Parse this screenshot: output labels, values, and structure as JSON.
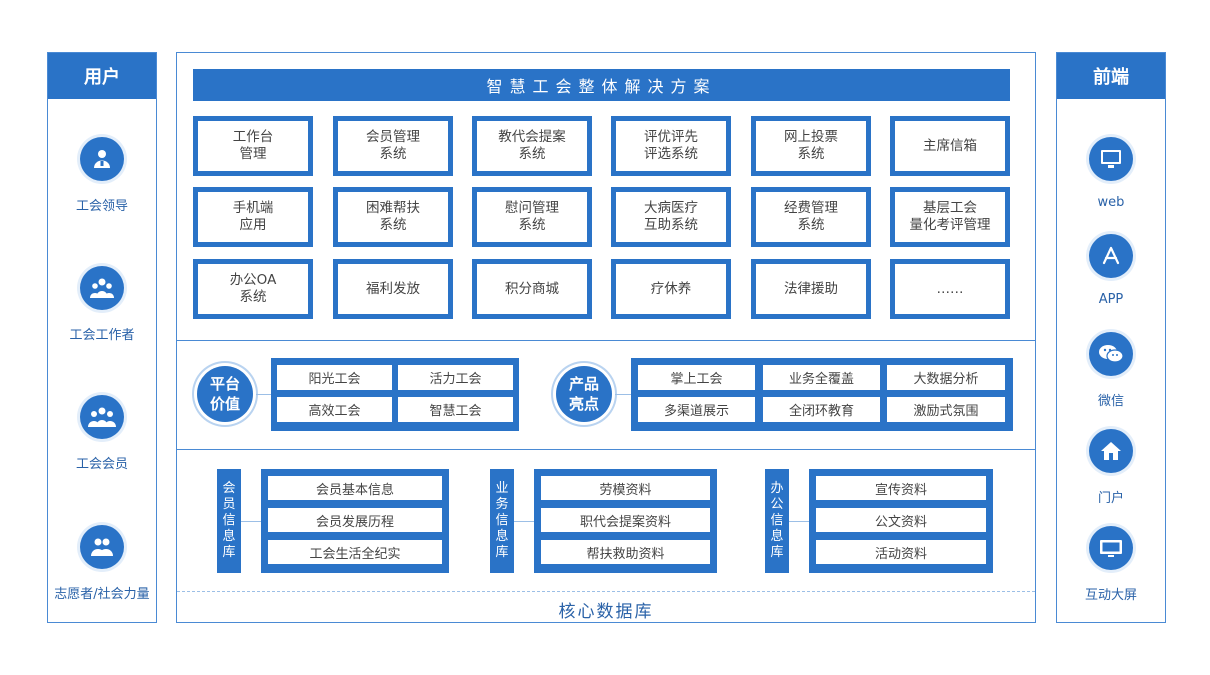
{
  "left_panel": {
    "title": "用户",
    "items": [
      {
        "label": "工会领导",
        "icon": "leader-icon"
      },
      {
        "label": "工会工作者",
        "icon": "worker-group-icon"
      },
      {
        "label": "工会会员",
        "icon": "members-icon"
      },
      {
        "label": "志愿者/社会力量",
        "icon": "volunteers-icon"
      }
    ]
  },
  "right_panel": {
    "title": "前端",
    "items": [
      {
        "label": "web",
        "icon": "monitor-icon"
      },
      {
        "label": "APP",
        "icon": "app-store-icon"
      },
      {
        "label": "微信",
        "icon": "wechat-icon"
      },
      {
        "label": "门户",
        "icon": "home-icon"
      },
      {
        "label": "互动大屏",
        "icon": "screen-icon"
      }
    ]
  },
  "main": {
    "title": "智慧工会整体解决方案",
    "systems": [
      [
        "工作台\n管理",
        "会员管理\n系统",
        "教代会提案\n系统",
        "评优评先\n评选系统",
        "网上投票\n系统",
        "主席信箱"
      ],
      [
        "手机端\n应用",
        "困难帮扶\n系统",
        "慰问管理\n系统",
        "大病医疗\n互助系统",
        "经费管理\n系统",
        "基层工会\n量化考评管理"
      ],
      [
        "办公OA\n系统",
        "福利发放",
        "积分商城",
        "疗休养",
        "法律援助",
        "……"
      ]
    ],
    "platform_value": {
      "badge": "平台\n价值",
      "items": [
        "阳光工会",
        "活力工会",
        "高效工会",
        "智慧工会"
      ]
    },
    "product_highlights": {
      "badge": "产品\n亮点",
      "items": [
        "掌上工会",
        "业务全覆盖",
        "大数据分析",
        "多渠道展示",
        "全闭环教育",
        "激励式氛围"
      ]
    },
    "databases": [
      {
        "label": "会员信息库",
        "items": [
          "会员基本信息",
          "会员发展历程",
          "工会生活全纪实"
        ]
      },
      {
        "label": "业务信息库",
        "items": [
          "劳模资料",
          "职代会提案资料",
          "帮扶救助资料"
        ]
      },
      {
        "label": "办公信息库",
        "items": [
          "宣传资料",
          "公文资料",
          "活动资料"
        ]
      }
    ],
    "core_label": "核心数据库"
  },
  "colors": {
    "primary": "#2a73c7",
    "border": "#4a8ad4",
    "text_blue": "#2a62a8"
  }
}
